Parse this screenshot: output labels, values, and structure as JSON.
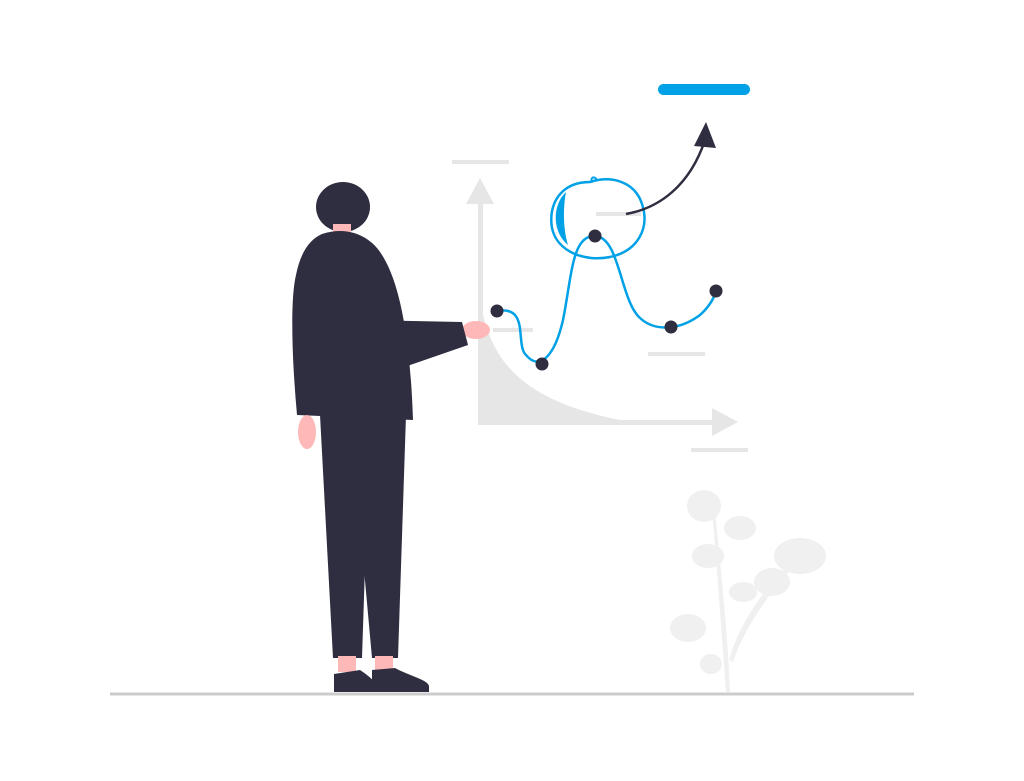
{
  "illustration": {
    "subject": "person-presenting-chart",
    "colors": {
      "background": "#ffffff",
      "ink": "#2f2e41",
      "accent": "#00a1e6",
      "skin": "#ffb8b8",
      "light_gray": "#e6e6e6",
      "ground": "#cccccc",
      "plant": "#f0f0f0"
    },
    "icons": [
      "person-figure",
      "axis-arrow-up",
      "axis-arrow-right",
      "curve-arrow",
      "plant"
    ]
  }
}
